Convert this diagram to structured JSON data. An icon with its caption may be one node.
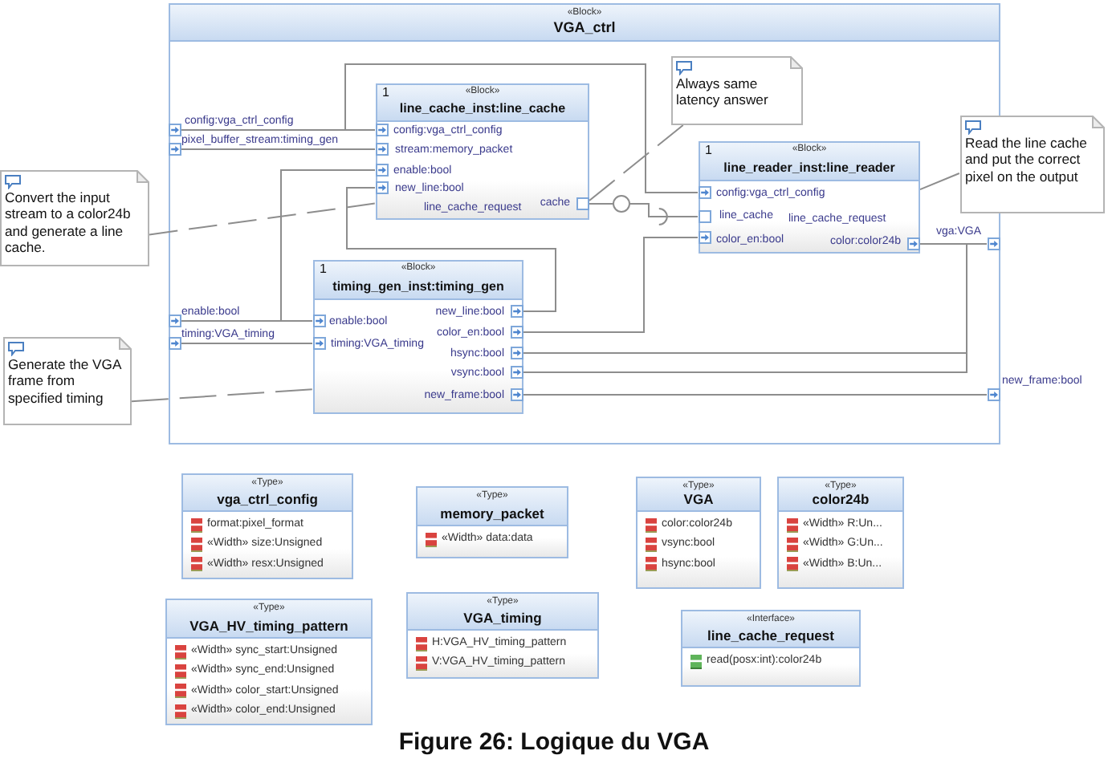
{
  "diagram": {
    "caption": "Figure 26: Logique du VGA",
    "nodes": [
      {
        "text": [
          "«Block»",
          "VGA_ctrl"
        ]
      },
      {
        "text": [],
        "shape": "box",
        "in": 0,
        "beside": [
          "config:vga_ctrl_config"
        ]
      },
      {
        "text": [],
        "shape": "box",
        "in": 0,
        "beside": [
          "pixel_buffer_stream:timing_gen"
        ]
      },
      {
        "text": [
          "1",
          "«Block»",
          "line_cache_inst:line_cache"
        ],
        "in": 0
      },
      {
        "text": [],
        "shape": "box",
        "in": 3,
        "beside": [
          "config:vga_ctrl_config"
        ]
      },
      {
        "text": [],
        "shape": "box",
        "in": 3,
        "beside": [
          "stream:memory_packet"
        ]
      },
      {
        "text": [],
        "shape": "box",
        "in": 3,
        "beside": [
          "enable:bool"
        ]
      },
      {
        "text": [],
        "shape": "box",
        "in": 3,
        "beside": [
          "new_line:bool"
        ]
      },
      {
        "text": [],
        "shape": "box",
        "in": 3,
        "beside": [
          "line_cache_request",
          "cache"
        ]
      },
      {
        "text": [
          "Always same latency answer"
        ],
        "in": 0
      },
      {
        "text": [
          "Read the line cache and put the correct pixel on the output"
        ]
      },
      {
        "text": [
          "Convert the input stream to a color24b and generate a line cache."
        ]
      },
      {
        "text": [
          "1",
          "«Block»",
          "line_reader_inst:line_reader"
        ],
        "in": 0
      },
      {
        "text": [],
        "shape": "box",
        "in": 12,
        "beside": [
          "config:vga_ctrl_config"
        ]
      },
      {
        "text": [],
        "shape": "box",
        "in": 12,
        "beside": [
          "line_cache",
          "line_cache_request"
        ]
      },
      {
        "text": [],
        "shape": "box",
        "in": 12,
        "beside": [
          "color_en:bool"
        ]
      },
      {
        "text": [],
        "shape": "box",
        "in": 12,
        "beside": [
          "color:color24b"
        ]
      },
      {
        "text": [],
        "shape": "box",
        "in": 0,
        "beside": [
          "vga:VGA"
        ]
      },
      {
        "text": [
          "1",
          "«Block»",
          "timing_gen_inst:timing_gen"
        ],
        "in": 0
      },
      {
        "text": [],
        "shape": "box",
        "in": 0,
        "beside": [
          "enable:bool"
        ]
      },
      {
        "text": [],
        "shape": "box",
        "in": 0,
        "beside": [
          "timing:VGA_timing"
        ]
      },
      {
        "text": [],
        "shape": "box",
        "in": 18,
        "beside": [
          "enable:bool"
        ]
      },
      {
        "text": [],
        "shape": "box",
        "in": 18,
        "beside": [
          "timing:VGA_timing"
        ]
      },
      {
        "text": [],
        "shape": "box",
        "in": 18,
        "beside": [
          "new_line:bool"
        ]
      },
      {
        "text": [],
        "shape": "box",
        "in": 18,
        "beside": [
          "color_en:bool"
        ]
      },
      {
        "text": [],
        "shape": "box",
        "in": 18,
        "beside": [
          "hsync:bool"
        ]
      },
      {
        "text": [],
        "shape": "box",
        "in": 18,
        "beside": [
          "vsync:bool"
        ]
      },
      {
        "text": [],
        "shape": "box",
        "in": 18,
        "beside": [
          "new_frame:bool"
        ]
      },
      {
        "text": [
          "Generate the VGA frame from specified timing"
        ]
      },
      {
        "text": [],
        "shape": "box",
        "in": 0,
        "beside": [
          "new_frame:bool"
        ]
      },
      {
        "text": [
          "«Type»",
          "vga_ctrl_config",
          "format:pixel_format",
          "«Width» size:Unsigned",
          "«Width» resx:Unsigned"
        ]
      },
      {
        "text": [
          "«Type»",
          "memory_packet",
          "«Width» data:data"
        ]
      },
      {
        "text": [
          "«Type»",
          "VGA",
          "color:color24b",
          "vsync:bool",
          "hsync:bool"
        ]
      },
      {
        "text": [
          "«Type»",
          "color24b",
          "«Width» R:Un...",
          "«Width» G:Un...",
          "«Width» B:Un..."
        ]
      },
      {
        "text": [
          "«Type»",
          "VGA_HV_timing_pattern",
          "«Width» sync_start:Unsigned",
          "«Width» sync_end:Unsigned",
          "«Width» color_start:Unsigned",
          "«Width» color_end:Unsigned"
        ]
      },
      {
        "text": [
          "«Type»",
          "VGA_timing",
          "H:VGA_HV_timing_pattern",
          "V:VGA_HV_timing_pattern"
        ]
      },
      {
        "text": [
          "«Interface»",
          "line_cache_request",
          "read(posx:int):color24b"
        ]
      }
    ],
    "edges": [
      {
        "from": 1,
        "to": 4,
        "arrow": "none"
      },
      {
        "from": 1,
        "to": 13,
        "arrow": "none"
      },
      {
        "from": 2,
        "to": 5,
        "arrow": "none"
      },
      {
        "from": 19,
        "to": 21,
        "arrow": "none"
      },
      {
        "from": 19,
        "to": 6,
        "arrow": "none"
      },
      {
        "from": 20,
        "to": 22,
        "arrow": "none"
      },
      {
        "from": 23,
        "to": 7,
        "arrow": "none"
      },
      {
        "from": 24,
        "to": 15,
        "arrow": "none"
      },
      {
        "from": 8,
        "to": 14,
        "arrow": "other"
      },
      {
        "from": 16,
        "to": 17,
        "arrow": "none"
      },
      {
        "from": 25,
        "to": 17,
        "arrow": "none"
      },
      {
        "from": 26,
        "to": 17,
        "arrow": "none"
      },
      {
        "from": 27,
        "to": 29,
        "arrow": "none"
      },
      {
        "from": 9,
        "to": 8,
        "arrow": "none",
        "style": "dashed"
      },
      {
        "from": 10,
        "to": 12,
        "arrow": "none",
        "style": "dashed"
      },
      {
        "from": 11,
        "to": 3,
        "arrow": "none",
        "style": "dashed"
      },
      {
        "from": 28,
        "to": 18,
        "arrow": "none",
        "style": "dashed"
      }
    ]
  }
}
